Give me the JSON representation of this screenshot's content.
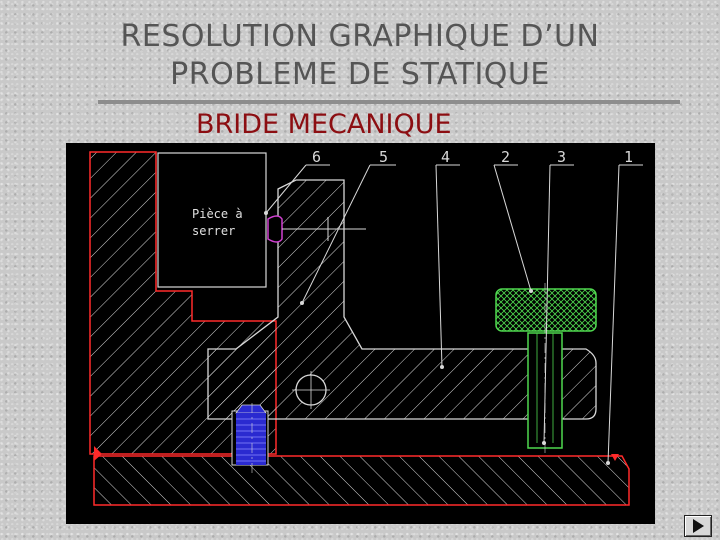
{
  "title": {
    "line1": "RESOLUTION GRAPHIQUE D’UN",
    "line2": "PROBLEME DE STATIQUE"
  },
  "subtitle": "BRIDE MECANIQUE",
  "drawing": {
    "label_piece_line1": "Pièce à",
    "label_piece_line2": "serrer",
    "callouts": [
      "6",
      "5",
      "4",
      "2",
      "3",
      "1"
    ]
  },
  "colors": {
    "background": "#000000",
    "red_outline": "#ff2a2a",
    "hatch": "#d8d8d8",
    "screw_blue": "#2a2ad0",
    "knob_green": "#4fd84f",
    "purple": "#d040d0",
    "title": "#555555",
    "subtitle": "#8c0e12"
  },
  "navigation": {
    "icon": "next-arrow-icon"
  }
}
